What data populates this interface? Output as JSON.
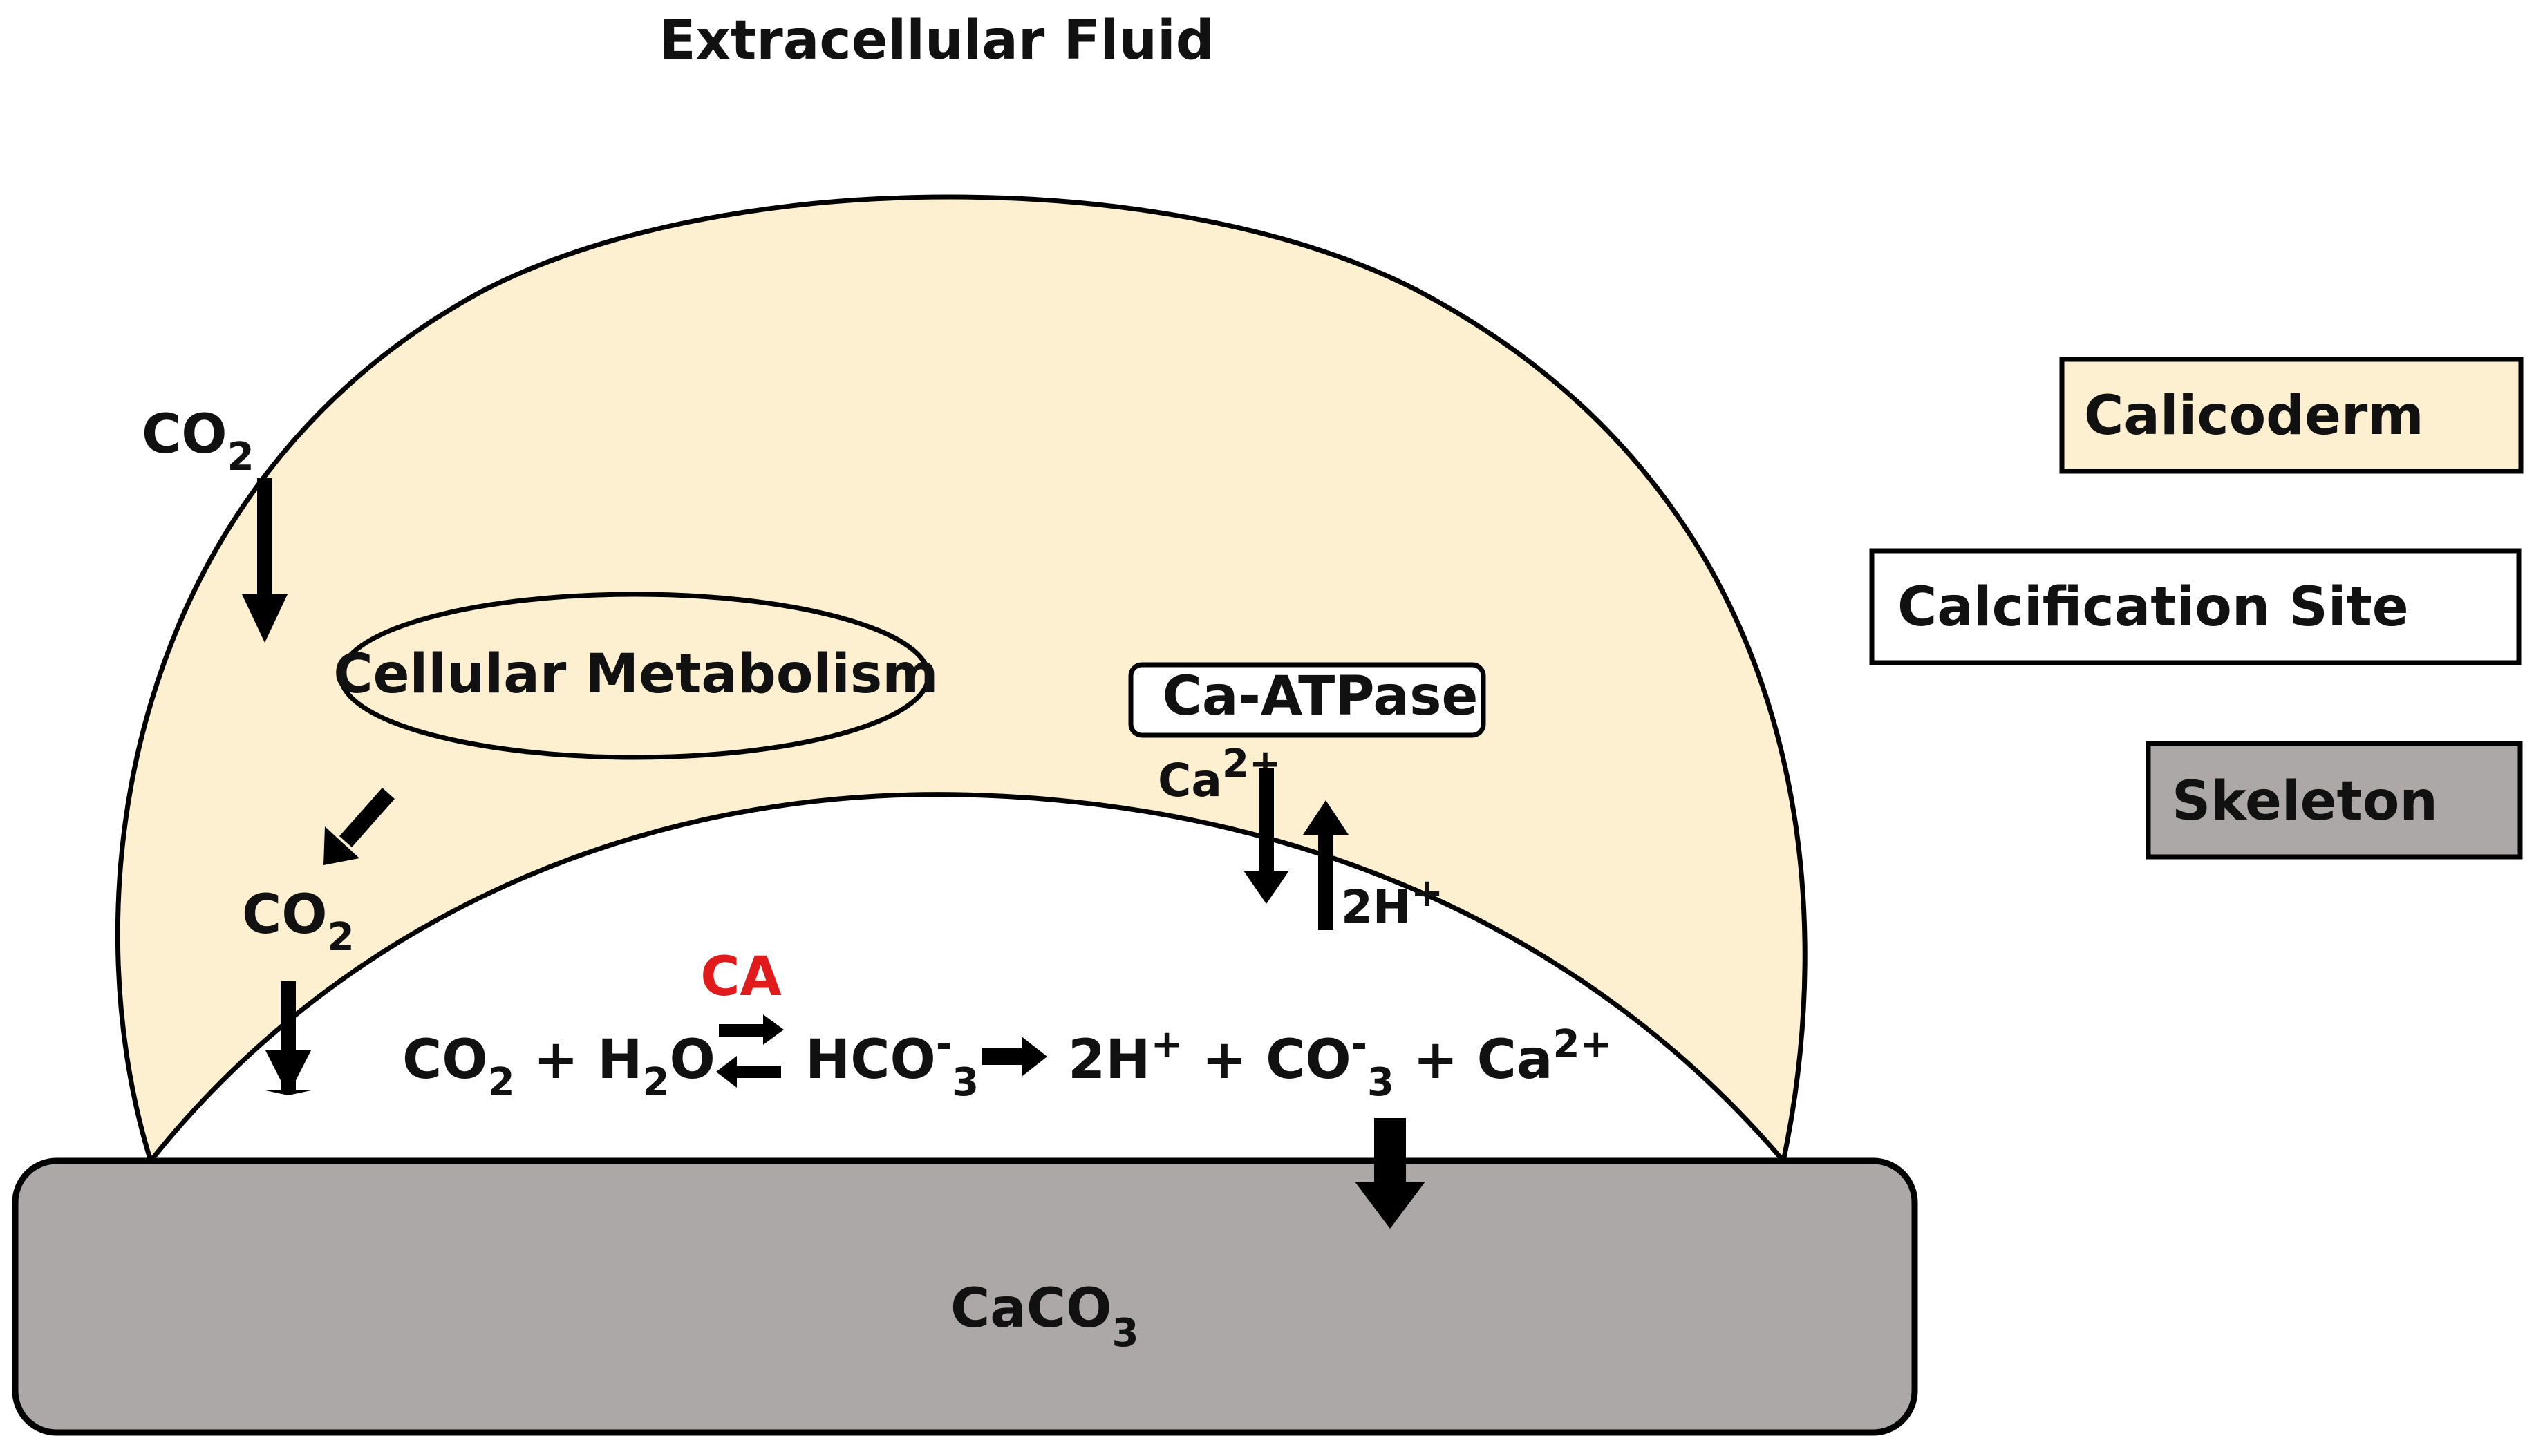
{
  "title": "Extracellular Fluid",
  "colors": {
    "calicoderm": "#FDF0D0",
    "calcification_site": "#FFFFFF",
    "skeleton": "#ABA8A7",
    "outline": "#000000",
    "enzyme": "#E11B1B"
  },
  "legend": {
    "calicoderm": "Calicoderm",
    "calcification_site": "Calcification Site",
    "skeleton": "Skeleton"
  },
  "labels": {
    "co2_in": {
      "main": "CO",
      "sub": "2"
    },
    "co2_metabolic": {
      "main": "CO",
      "sub": "2"
    },
    "cellular_metabolism": "Cellular Metabolism",
    "ca_atpase": "Ca-ATPase",
    "ca_ion": {
      "main": "Ca",
      "sup": "2+"
    },
    "h_ion": {
      "main": "2H",
      "sup": "+"
    },
    "enzyme": "CA",
    "skeleton_mineral": {
      "main": "CaCO",
      "sub": "3"
    }
  },
  "equation": {
    "co2": "CO",
    "co2_sub": "2",
    "plus1": " + H",
    "h2o_sub": "2",
    "h2o_o": "O",
    "hco3": "HCO",
    "hco3_sup": "-",
    "hco3_sub": "3",
    "h_ions": "2H",
    "h_sup": "+",
    "plus2": " + CO",
    "co3_sup": "-",
    "co3_sub": "3",
    "plus3": " + Ca",
    "ca_sup": "2+"
  },
  "icons": {
    "arrow_down": "arrow-down-icon",
    "arrow_up": "arrow-up-icon",
    "arrow_right": "arrow-right-icon",
    "equilibrium": "equilibrium-arrows-icon"
  }
}
